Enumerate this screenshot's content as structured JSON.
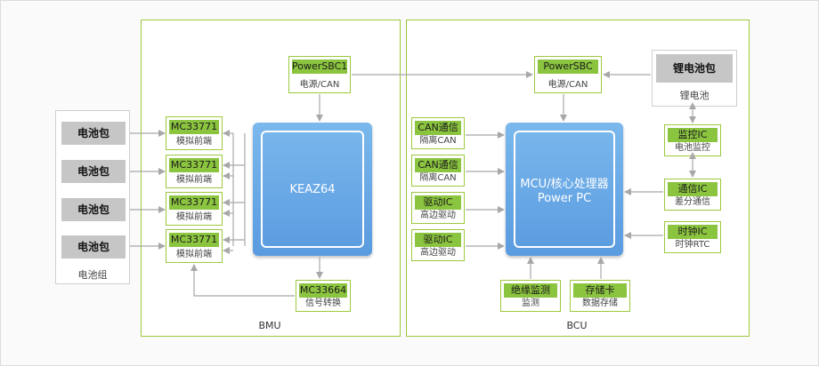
{
  "regions": {
    "bmu_label": "BMU",
    "bcu_label": "BCU"
  },
  "battery_group": {
    "label": "电池组",
    "packs": [
      "电池包",
      "电池包",
      "电池包",
      "电池包"
    ]
  },
  "bmu": {
    "afe": [
      {
        "head": "MC33771",
        "sub": "模拟前端"
      },
      {
        "head": "MC33771",
        "sub": "模拟前端"
      },
      {
        "head": "MC33771",
        "sub": "模拟前端"
      },
      {
        "head": "MC33771",
        "sub": "模拟前端"
      }
    ],
    "sbc": {
      "head": "PowerSBC1",
      "sub": "电源/CAN"
    },
    "mcu": {
      "label": "KEAZ64"
    },
    "converter": {
      "head": "MC33664",
      "sub": "信号转换"
    }
  },
  "bcu": {
    "sbc": {
      "head": "PowerSBC",
      "sub": "电源/CAN"
    },
    "mcu": {
      "line1": "MCU/核心处理器",
      "line2": "Power PC"
    },
    "left_modules": [
      {
        "head": "CAN通信",
        "sub": "隔离CAN"
      },
      {
        "head": "CAN通信",
        "sub": "隔离CAN"
      },
      {
        "head": "驱动IC",
        "sub": "高边驱动"
      },
      {
        "head": "驱动IC",
        "sub": "高边驱动"
      }
    ],
    "bottom_modules": [
      {
        "head": "绝缘监测",
        "sub": "监测"
      },
      {
        "head": "存储卡",
        "sub": "数据存储"
      }
    ],
    "right_modules": [
      {
        "head": "监控IC",
        "sub": "电池监控"
      },
      {
        "head": "通信IC",
        "sub": "差分通信"
      },
      {
        "head": "时钟IC",
        "sub": "时钟RTC"
      }
    ],
    "lithium": {
      "head": "锂电池包",
      "sub": "锂电池"
    }
  }
}
